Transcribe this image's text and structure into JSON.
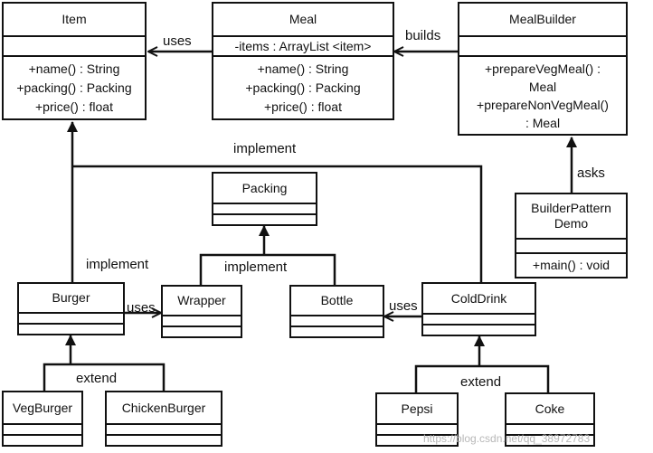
{
  "classes": {
    "item": {
      "name": "Item",
      "methods": [
        "+name() : String",
        "+packing() : Packing",
        "+price() : float"
      ]
    },
    "meal": {
      "name": "Meal",
      "attributes": [
        "-items : ArrayList <item>"
      ],
      "methods": [
        "+name() : String",
        "+packing() : Packing",
        "+price() : float"
      ]
    },
    "meal_builder": {
      "name": "MealBuilder",
      "methods": [
        "+prepareVegMeal() :",
        "Meal",
        "+prepareNonVegMeal()",
        ": Meal"
      ]
    },
    "builder_pattern_demo": {
      "name_line1": "BuilderPattern",
      "name_line2": "Demo",
      "methods": [
        "+main() : void"
      ]
    },
    "packing": {
      "name": "Packing"
    },
    "burger": {
      "name": "Burger"
    },
    "wrapper": {
      "name": "Wrapper"
    },
    "bottle": {
      "name": "Bottle"
    },
    "cold_drink": {
      "name": "ColdDrink"
    },
    "veg_burger": {
      "name": "VegBurger"
    },
    "chicken_burger": {
      "name": "ChickenBurger"
    },
    "pepsi": {
      "name": "Pepsi"
    },
    "coke": {
      "name": "Coke"
    }
  },
  "relations": {
    "meal_uses_item": "uses",
    "builder_builds_meal": "builds",
    "demo_asks_builder": "asks",
    "implement_item": "implement",
    "implement_burger": "implement",
    "implement_packing": "implement",
    "burger_uses_wrapper": "uses",
    "colddrink_uses_bottle": "uses",
    "extend_burger": "extend",
    "extend_colddrink": "extend"
  },
  "watermark": "https://blog.csdn.net/qq_38972783",
  "colors": {
    "line": "#111111",
    "background": "#ffffff",
    "watermark": "#b8b8b8"
  }
}
